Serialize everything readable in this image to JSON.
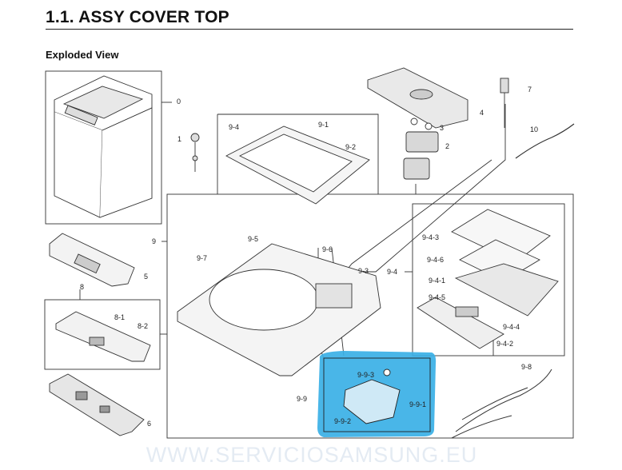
{
  "header": {
    "title": "1.1.   ASSY COVER TOP",
    "subtitle": "Exploded View"
  },
  "labels": {
    "p0": "0",
    "p1": "1",
    "p2": "2",
    "p3": "3",
    "p4": "4",
    "p5": "5",
    "p6": "6",
    "p7": "7",
    "p8": "8",
    "p8_1": "8-1",
    "p8_2": "8-2",
    "p9": "9",
    "p9_1": "9-1",
    "p9_2": "9-2",
    "p9_3": "9-3",
    "p9_4": "9-4",
    "p9_4b": "9-4",
    "p9_4_1": "9-4-1",
    "p9_4_2": "9-4-2",
    "p9_4_3": "9-4-3",
    "p9_4_4": "9-4-4",
    "p9_4_5": "9-4-5",
    "p9_4_6": "9-4-6",
    "p9_5": "9-5",
    "p9_6": "9-6",
    "p9_7": "9-7",
    "p9_8": "9-8",
    "p9_9": "9-9",
    "p9_9_1": "9-9-1",
    "p9_9_2": "9-9-2",
    "p9_9_3": "9-9-3",
    "p10": "10"
  },
  "highlight_color": "#3ab0e6",
  "watermark": "WWW.SERVICIOSAMSUNG.EU"
}
